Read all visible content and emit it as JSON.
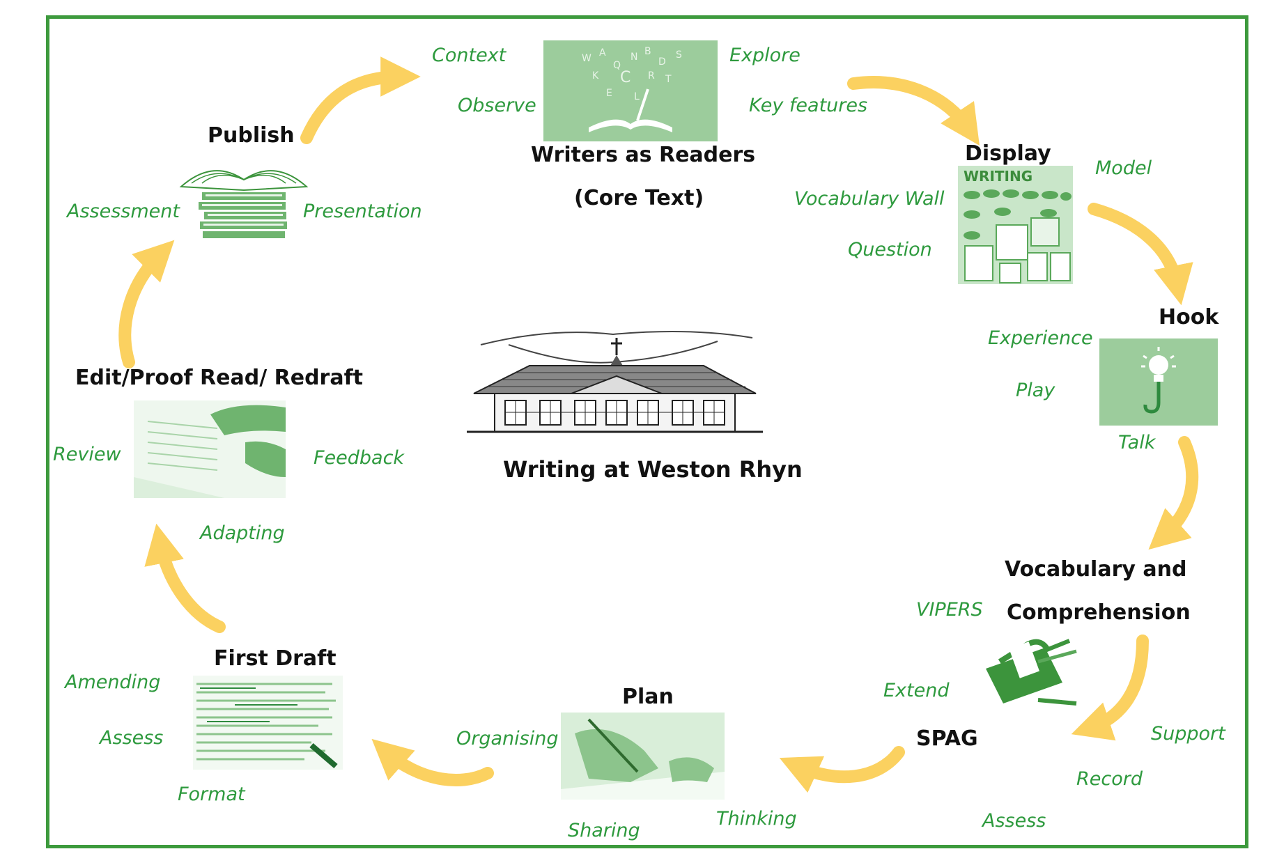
{
  "colors": {
    "frame": "#3d9a3d",
    "keyword": "#2e9a3e",
    "arrow": "#fbd160",
    "picture_green": "#5aa85a"
  },
  "center": {
    "school_title": "Writing at Weston Rhyn"
  },
  "stages": {
    "writers_as_readers": {
      "title_line1": "Writers as Readers",
      "title_line2": "(Core Text)",
      "keywords": [
        "Context",
        "Observe",
        "Explore",
        "Key features"
      ]
    },
    "display": {
      "title": "Display",
      "keywords": [
        "Model",
        "Vocabulary Wall",
        "Question"
      ]
    },
    "hook": {
      "title": "Hook",
      "keywords": [
        "Experience",
        "Play",
        "Talk"
      ]
    },
    "vocabulary": {
      "title_line1": "Vocabulary and",
      "title_line2": "Comprehension",
      "keywords": [
        "VIPERS",
        "Support",
        "Record",
        "Assess"
      ]
    },
    "spag": {
      "title": "SPAG",
      "keywords": [
        "Extend"
      ]
    },
    "plan": {
      "title": "Plan",
      "keywords": [
        "Organising",
        "Thinking",
        "Sharing"
      ]
    },
    "first_draft": {
      "title": "First Draft",
      "keywords": [
        "Amending",
        "Assess",
        "Format"
      ]
    },
    "edit": {
      "title": "Edit/Proof Read/ Redraft",
      "keywords": [
        "Review",
        "Feedback",
        "Adapting"
      ]
    },
    "publish": {
      "title": "Publish",
      "keywords": [
        "Assessment",
        "Presentation"
      ]
    }
  },
  "icons": [
    "open-book-letters-icon",
    "writing-display-board-icon",
    "lightbulb-hook-icon",
    "toolbox-icon",
    "writing-hand-icon",
    "draft-document-icon",
    "proofreading-hands-icon",
    "book-stack-icon",
    "school-building-icon",
    "cycle-arrow-icon"
  ]
}
